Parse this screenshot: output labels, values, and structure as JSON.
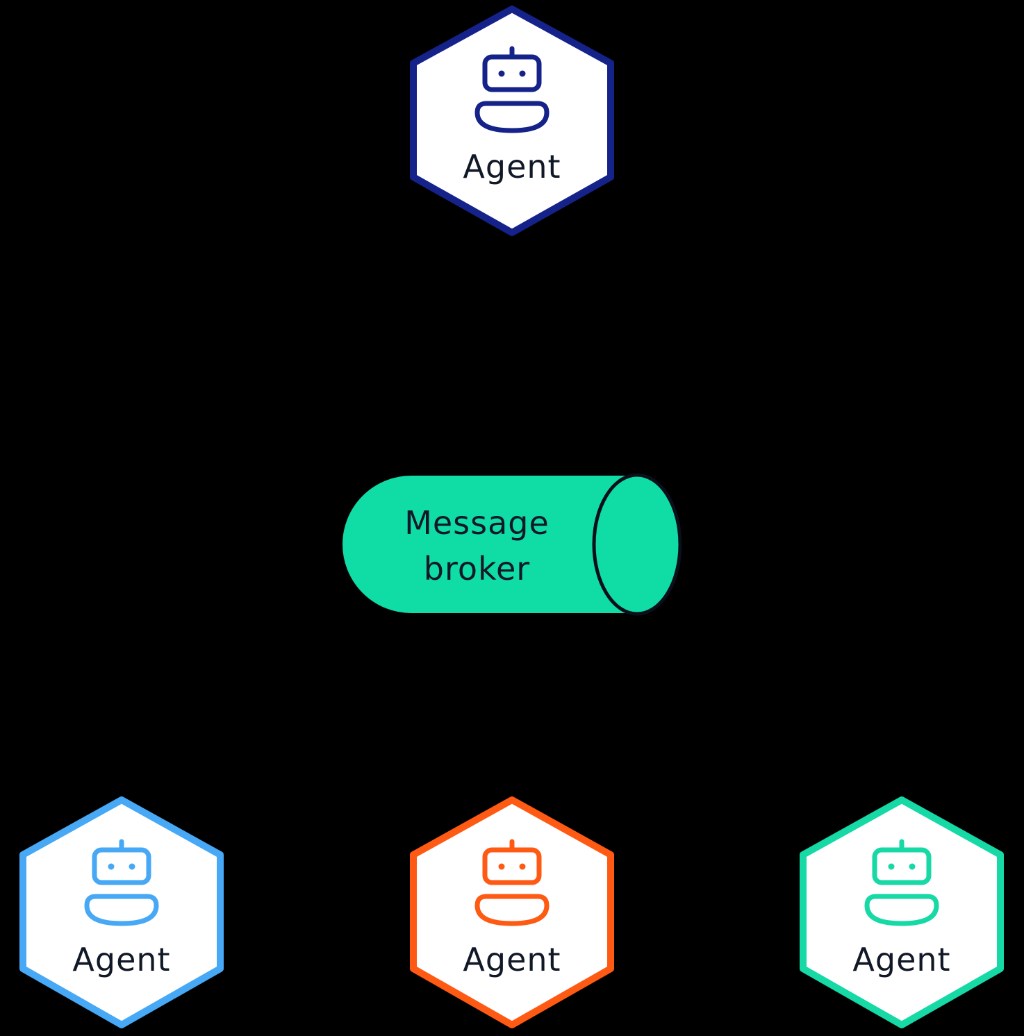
{
  "agents": {
    "top": {
      "label": "Agent",
      "color": "#15228A"
    },
    "left": {
      "label": "Agent",
      "color": "#47A8F5"
    },
    "center": {
      "label": "Agent",
      "color": "#FF5A14"
    },
    "right": {
      "label": "Agent",
      "color": "#16D9A5"
    }
  },
  "broker": {
    "line1": "Message",
    "line2": "broker",
    "color": "#10DCA6"
  },
  "icons": {
    "agent": "robot-icon",
    "broker": "cylinder-icon"
  }
}
